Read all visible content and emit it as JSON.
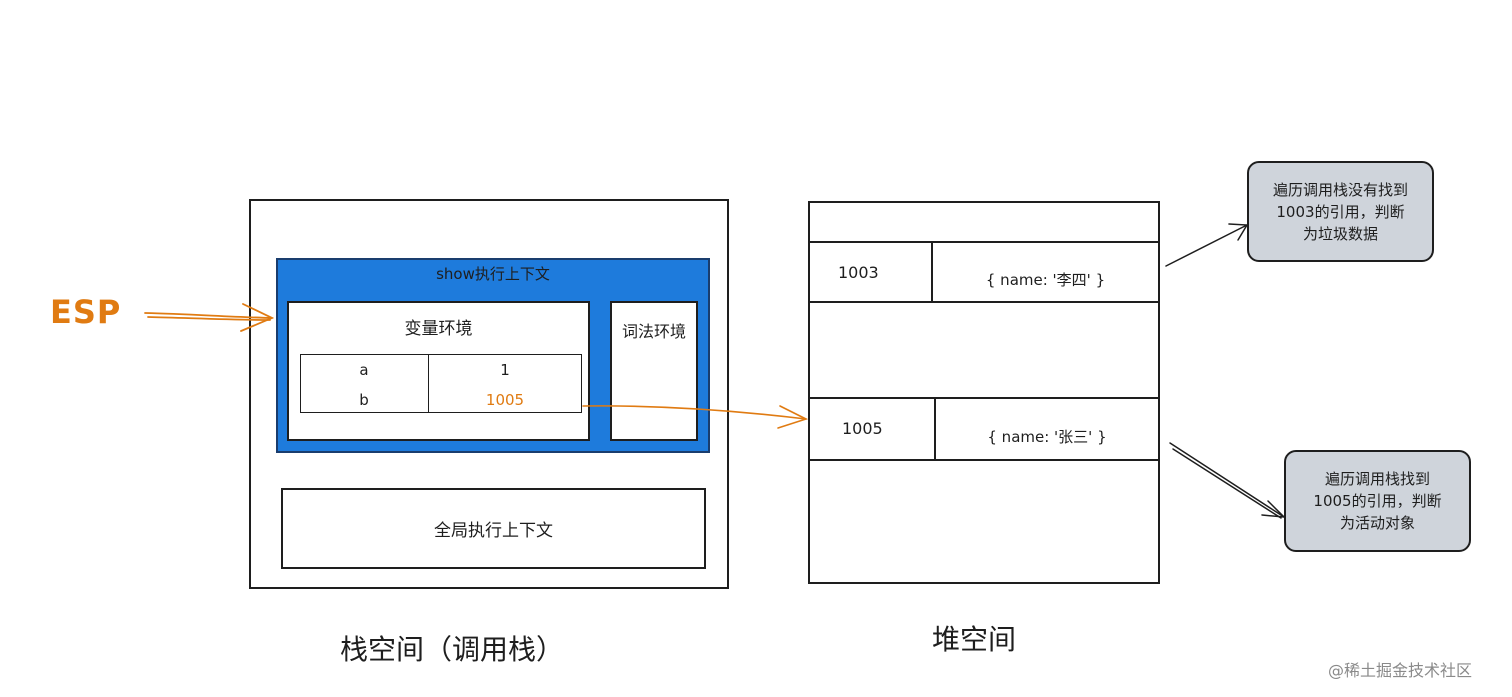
{
  "esp_label": "ESP",
  "colors": {
    "accent_orange": "#e07b12",
    "context_blue": "#1e7bdc",
    "bubble_fill": "#cfd4db",
    "stroke": "#1e1e1e"
  },
  "stack": {
    "caption": "栈空间（调用栈）",
    "show_context": {
      "title": "show执行上下文",
      "variable_env": {
        "title": "变量环境",
        "rows": [
          {
            "name": "a",
            "value": "1"
          },
          {
            "name": "b",
            "value": "1005"
          }
        ]
      },
      "lexical_env": {
        "title": "词法环境"
      }
    },
    "global_context": {
      "title": "全局执行上下文"
    }
  },
  "heap": {
    "caption": "堆空间",
    "rows": [
      {
        "address": "1003",
        "value": "{ name: '李四' }"
      },
      {
        "address": "1005",
        "value": "{ name: '张三' }"
      }
    ]
  },
  "notes": [
    {
      "lines": [
        "遍历调用栈没有找到",
        "1003的引用，判断",
        "为垃圾数据"
      ]
    },
    {
      "lines": [
        "遍历调用栈找到",
        "1005的引用，判断",
        "为活动对象"
      ]
    }
  ],
  "watermark": "@稀土掘金技术社区"
}
